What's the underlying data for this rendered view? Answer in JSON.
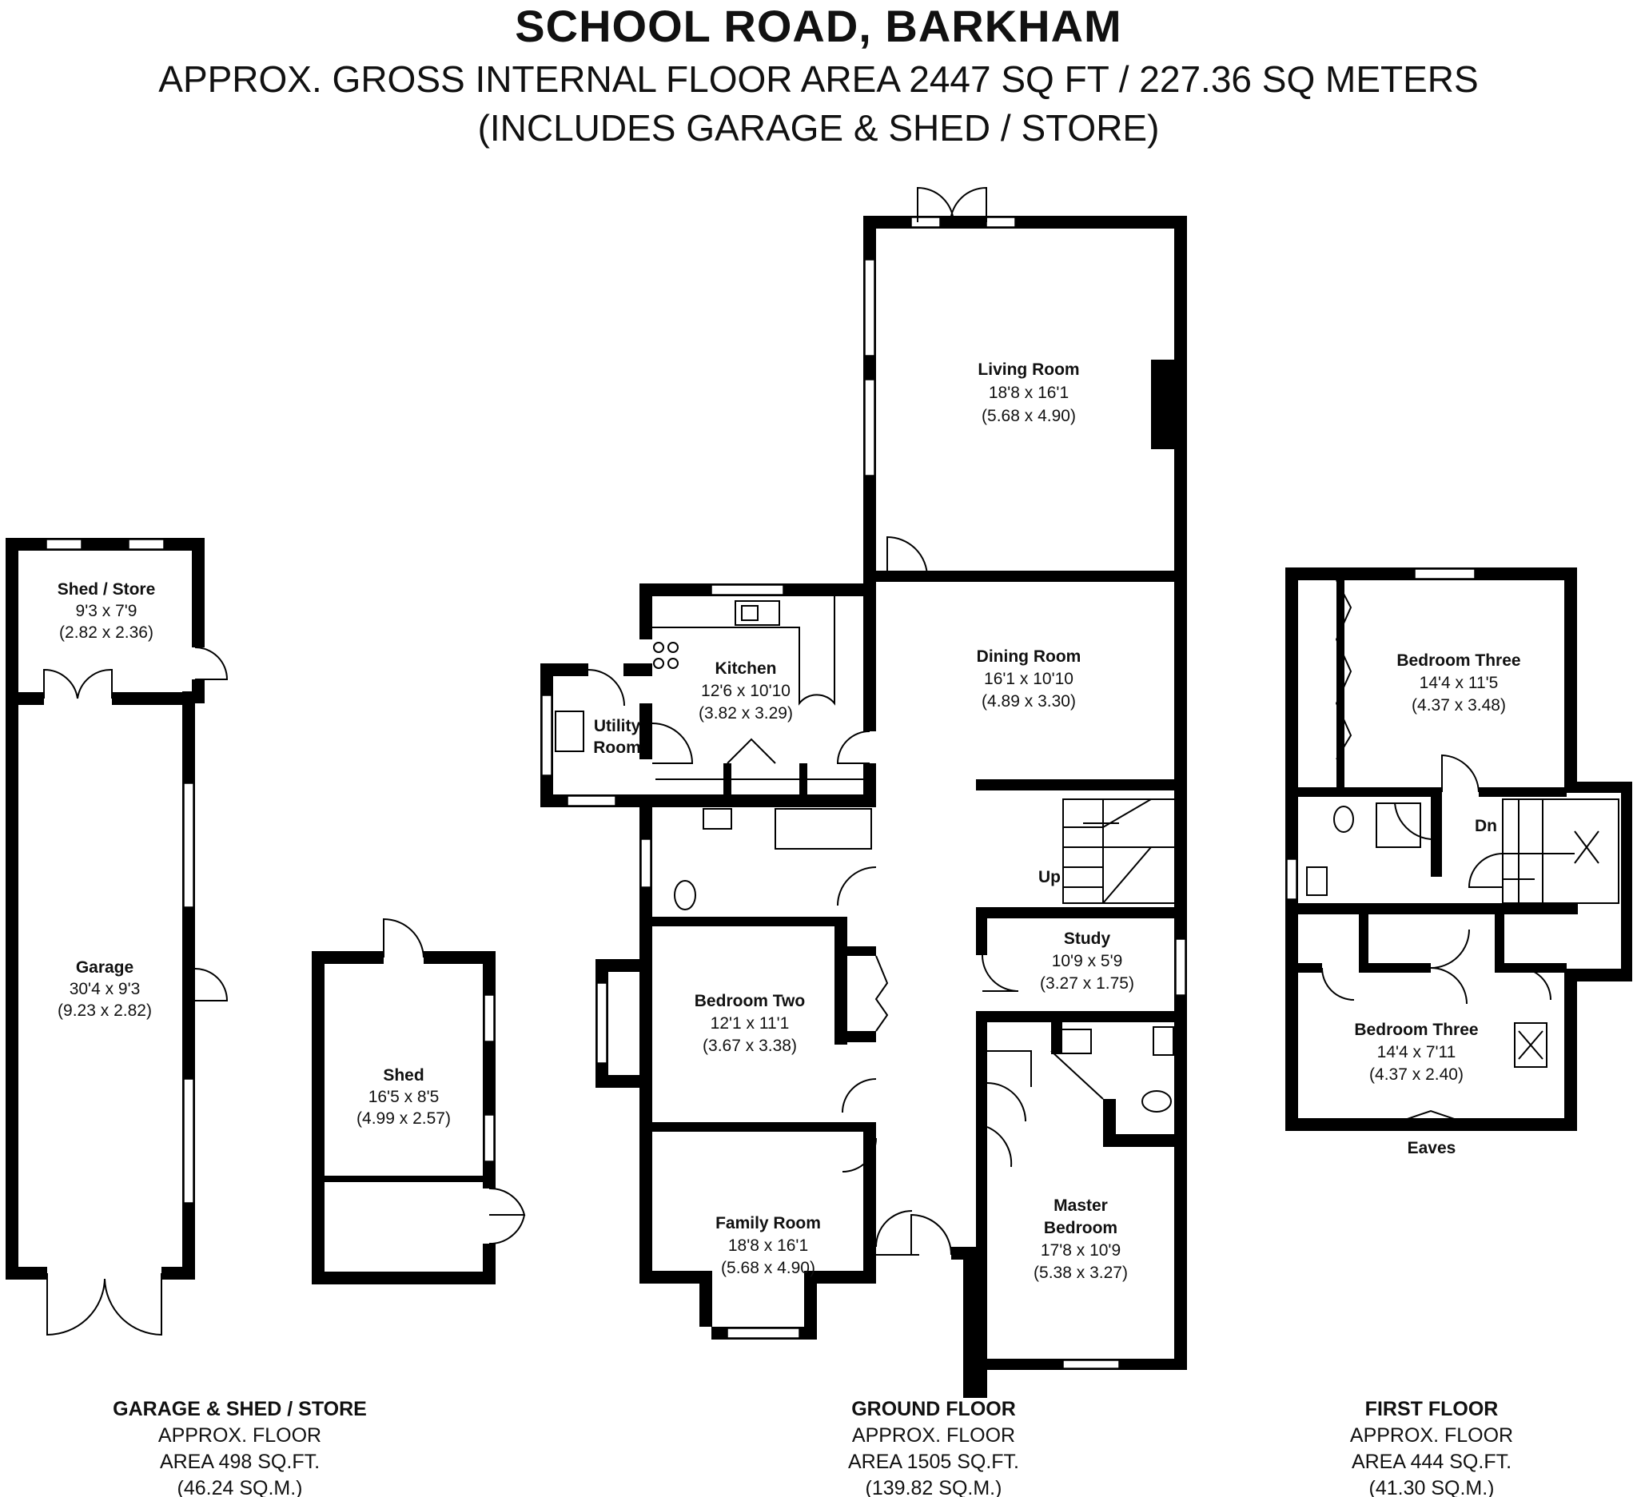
{
  "header": {
    "title": "SCHOOL ROAD, BARKHAM",
    "area": "APPROX. GROSS INTERNAL FLOOR AREA 2447 SQ FT / 227.36 SQ METERS",
    "includes": "(INCLUDES GARAGE & SHED / STORE)"
  },
  "rooms": {
    "shed_store": {
      "name": "Shed / Store",
      "imperial": "9'3 x 7'9",
      "metric": "(2.82 x 2.36)"
    },
    "garage": {
      "name": "Garage",
      "imperial": "30'4 x 9'3",
      "metric": "(9.23 x 2.82)"
    },
    "shed": {
      "name": "Shed",
      "imperial": "16'5 x 8'5",
      "metric": "(4.99 x 2.57)"
    },
    "living": {
      "name": "Living Room",
      "imperial": "18'8 x 16'1",
      "metric": "(5.68 x 4.90)"
    },
    "kitchen": {
      "name": "Kitchen",
      "imperial": "12'6 x 10'10",
      "metric": "(3.82 x 3.29)"
    },
    "utility": {
      "name1": "Utility",
      "name2": "Room"
    },
    "dining": {
      "name": "Dining Room",
      "imperial": "16'1 x 10'10",
      "metric": "(4.89 x 3.30)"
    },
    "up": "Up",
    "study": {
      "name": "Study",
      "imperial": "10'9 x 5'9",
      "metric": "(3.27 x 1.75)"
    },
    "bed2": {
      "name": "Bedroom Two",
      "imperial": "12'1 x 11'1",
      "metric": "(3.67 x 3.38)"
    },
    "family": {
      "name": "Family Room",
      "imperial": "18'8 x 16'1",
      "metric": "(5.68 x 4.90)"
    },
    "master": {
      "name1": "Master",
      "name2": "Bedroom",
      "imperial": "17'8 x 10'9",
      "metric": "(5.38 x 3.27)"
    },
    "bed3a": {
      "name": "Bedroom Three",
      "imperial": "14'4 x 11'5",
      "metric": "(4.37 x 3.48)"
    },
    "dn": "Dn",
    "bed3b": {
      "name": "Bedroom Three",
      "imperial": "14'4 x 7'11",
      "metric": "(4.37 x 2.40)"
    },
    "eaves": "Eaves"
  },
  "floors": {
    "garage": {
      "name": "GARAGE & SHED / STORE",
      "l1": "APPROX. FLOOR",
      "l2": "AREA 498 SQ.FT.",
      "l3": "(46.24 SQ.M.)"
    },
    "ground": {
      "name": "GROUND FLOOR",
      "l1": "APPROX. FLOOR",
      "l2": "AREA 1505 SQ.FT.",
      "l3": "(139.82 SQ.M.)"
    },
    "first": {
      "name": "FIRST FLOOR",
      "l1": "APPROX. FLOOR",
      "l2": "AREA 444 SQ.FT.",
      "l3": "(41.30 SQ.M.)"
    }
  }
}
